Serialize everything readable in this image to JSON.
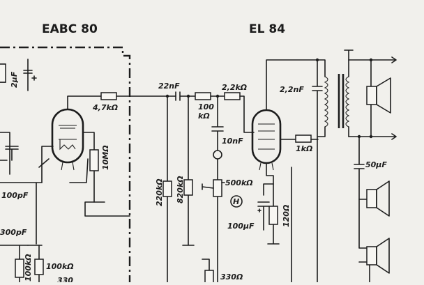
{
  "tubes": {
    "left": "EABC 80",
    "right": "EL 84"
  },
  "labels": {
    "c_2uF": "2μF",
    "r_4_7k": "4,7kΩ",
    "c_22nF": "22nF",
    "r_100k_a": "100",
    "r_100k_b": "kΩ",
    "r_2_2k": "2,2kΩ",
    "c_2_2nF": "2,2nF",
    "c_10nF": "10nF",
    "r_1k": "1kΩ",
    "r_10M": "10MΩ",
    "c_100pF": "100pF",
    "r_220k": "220kΩ",
    "r_820k": "820kΩ",
    "pot_500k": "500kΩ",
    "switch_H": "H",
    "c_100uF": "100μF",
    "r_120": "120Ω",
    "c_50uF": "50μF",
    "c_300pF": "300pF",
    "r_100k_c": "100kΩ",
    "r_100k_d": "100kΩ",
    "r_330": "330Ω",
    "r_330b": "330"
  }
}
